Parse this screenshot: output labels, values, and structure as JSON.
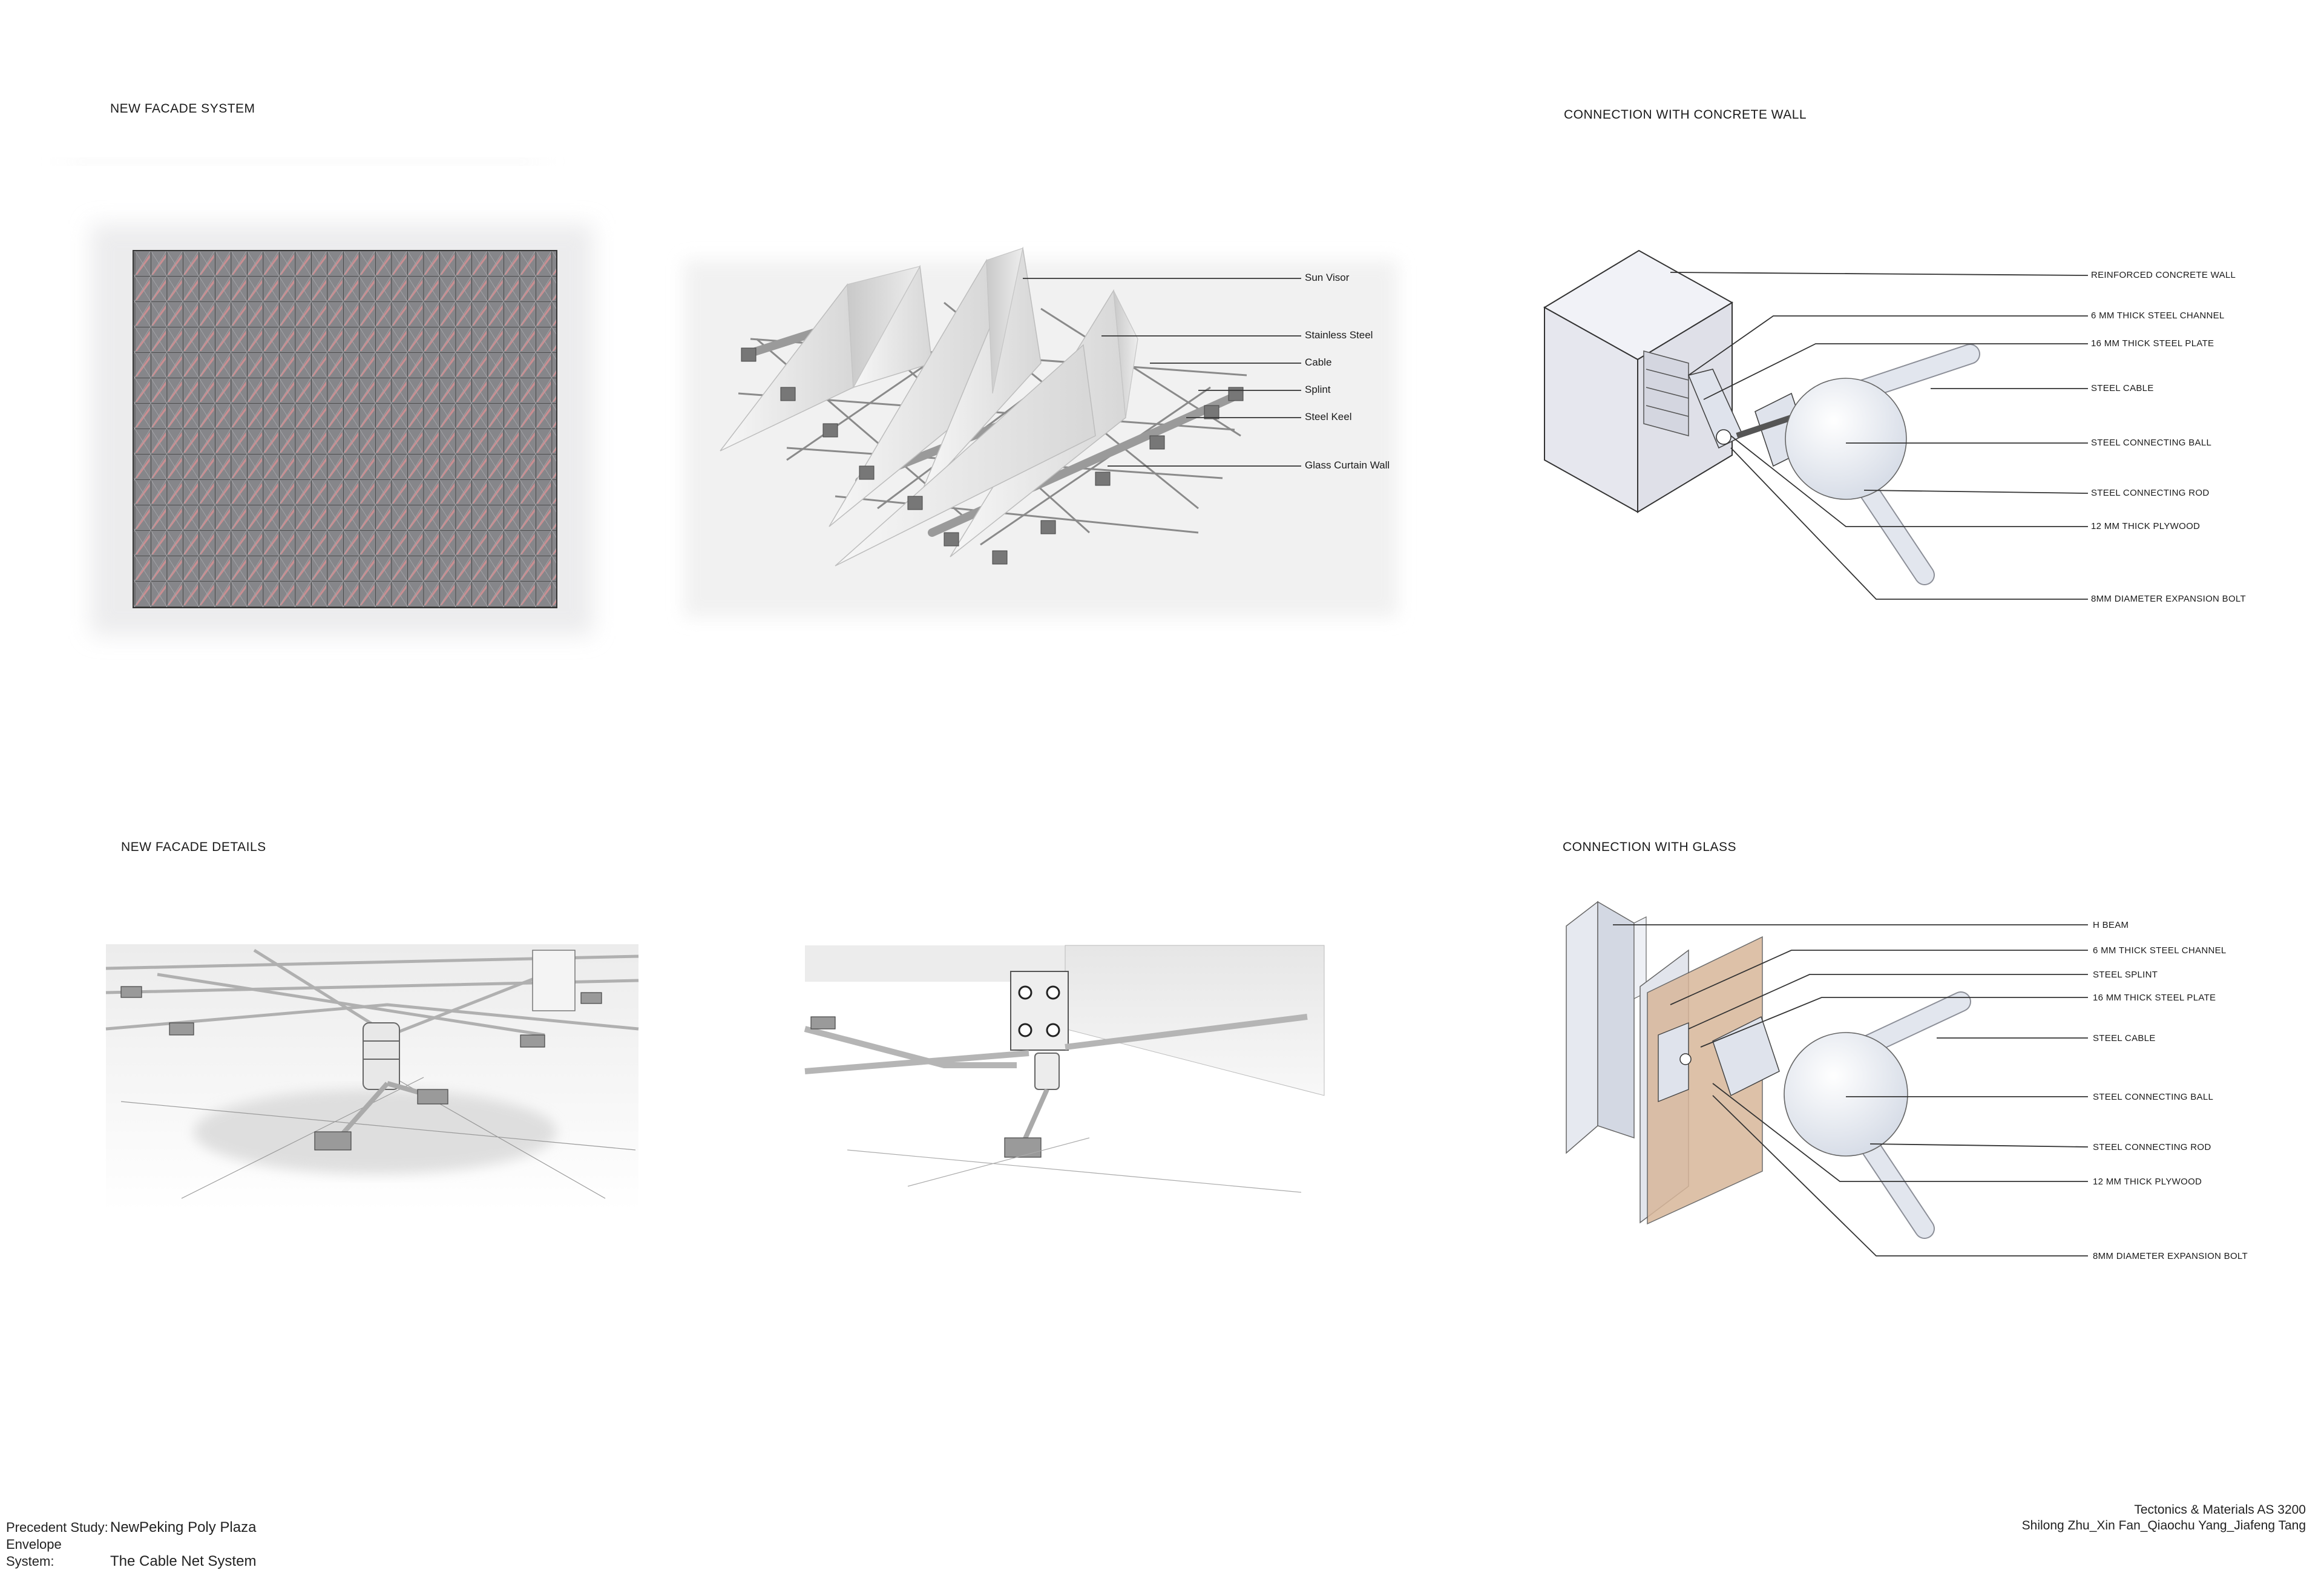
{
  "sections": {
    "facade_system": "NEW FACADE SYSTEM",
    "facade_details": "NEW FACADE DETAILS",
    "concrete": "CONNECTION WITH CONCRETE WALL",
    "glass": "CONNECTION WITH GLASS"
  },
  "axon_labels": [
    "Sun Visor",
    "Stainless Steel",
    "Cable",
    "Splint",
    "Steel Keel",
    "Glass Curtain Wall"
  ],
  "concrete_labels": [
    "REINFORCED CONCRETE WALL",
    "6 MM THICK STEEL CHANNEL",
    "16 MM THICK STEEL PLATE",
    "STEEL CABLE",
    "STEEL CONNECTING BALL",
    "STEEL CONNECTING ROD",
    "12 MM THICK PLYWOOD",
    "8MM DIAMETER EXPANSION BOLT"
  ],
  "glass_labels": [
    "H BEAM",
    "6 MM THICK STEEL CHANNEL",
    "STEEL SPLINT",
    "16 MM THICK STEEL PLATE",
    "STEEL CABLE",
    "STEEL CONNECTING BALL",
    "STEEL CONNECTING ROD",
    "12 MM THICK PLYWOOD",
    "8MM DIAMETER EXPANSION BOLT"
  ],
  "footer": {
    "precedent_key": "Precedent Study:",
    "precedent_val": "NewPeking Poly Plaza",
    "envelope_key": "Envelope System:",
    "envelope_val": "The Cable Net System",
    "course": "Tectonics & Materials AS 3200",
    "authors": "Shilong Zhu_Xin Fan_Qiaochu Yang_Jiafeng Tang"
  },
  "colors": {
    "panel_grey": "#7d7d80",
    "visor_pink": "#d89a9a",
    "line": "#333333",
    "plywood": "#d8b79a",
    "concrete_face": "#e8e9f0"
  }
}
